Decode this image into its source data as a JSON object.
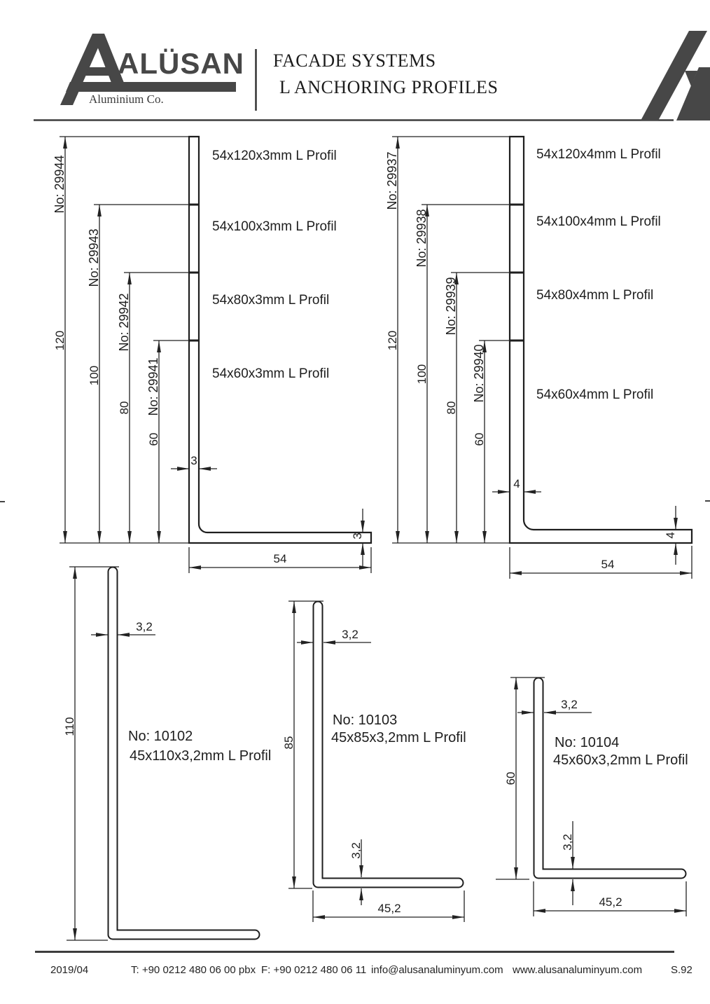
{
  "header": {
    "logo_name": "ALÜSAN",
    "logo_company": "Aluminium Co.",
    "title_line1": "FACADE SYSTEMS",
    "title_line2": "L ANCHORING PROFILES"
  },
  "series_3mm": {
    "numbers": [
      "No: 29944",
      "No: 29943",
      "No: 29942",
      "No: 29941"
    ],
    "lengths": [
      "120",
      "100",
      "80",
      "60"
    ],
    "products": [
      "54x120x3mm L Profil",
      "54x100x3mm L Profil",
      "54x80x3mm L Profil",
      "54x60x3mm L Profil"
    ],
    "wall_thickness": "3",
    "wall_thickness_end": "3",
    "flange_width": "54"
  },
  "series_4mm": {
    "numbers": [
      "No: 29937",
      "No: 29938",
      "No: 29939",
      "No: 29940"
    ],
    "lengths": [
      "120",
      "100",
      "80",
      "60"
    ],
    "products": [
      "54x120x4mm L Profil",
      "54x100x4mm L Profil",
      "54x80x4mm L Profil",
      "54x60x4mm L Profil"
    ],
    "wall_thickness": "4",
    "wall_thickness_end": "4",
    "flange_width": "54"
  },
  "small_profiles": [
    {
      "number": "No: 10102",
      "product": "45x110x3,2mm L Profil",
      "length": "110",
      "wall_thickness": "3,2"
    },
    {
      "number": "No: 10103",
      "product": "45x85x3,2mm L Profil",
      "length": "85",
      "wall_thickness": "3,2",
      "wall_thickness_bottom": "3,2",
      "flange_width": "45,2"
    },
    {
      "number": "No: 10104",
      "product": "45x60x3,2mm L Profil",
      "length": "60",
      "wall_thickness": "3,2",
      "wall_thickness_bottom": "3,2",
      "flange_width": "45,2"
    }
  ],
  "footer": {
    "date": "2019/04",
    "phone": "T: +90 0212 480 06 00 pbx",
    "fax": "F: +90 0212 480 06 11",
    "email": "info@alusanaluminyum.com",
    "website": "www.alusanaluminyum.com",
    "page": "S.92"
  }
}
